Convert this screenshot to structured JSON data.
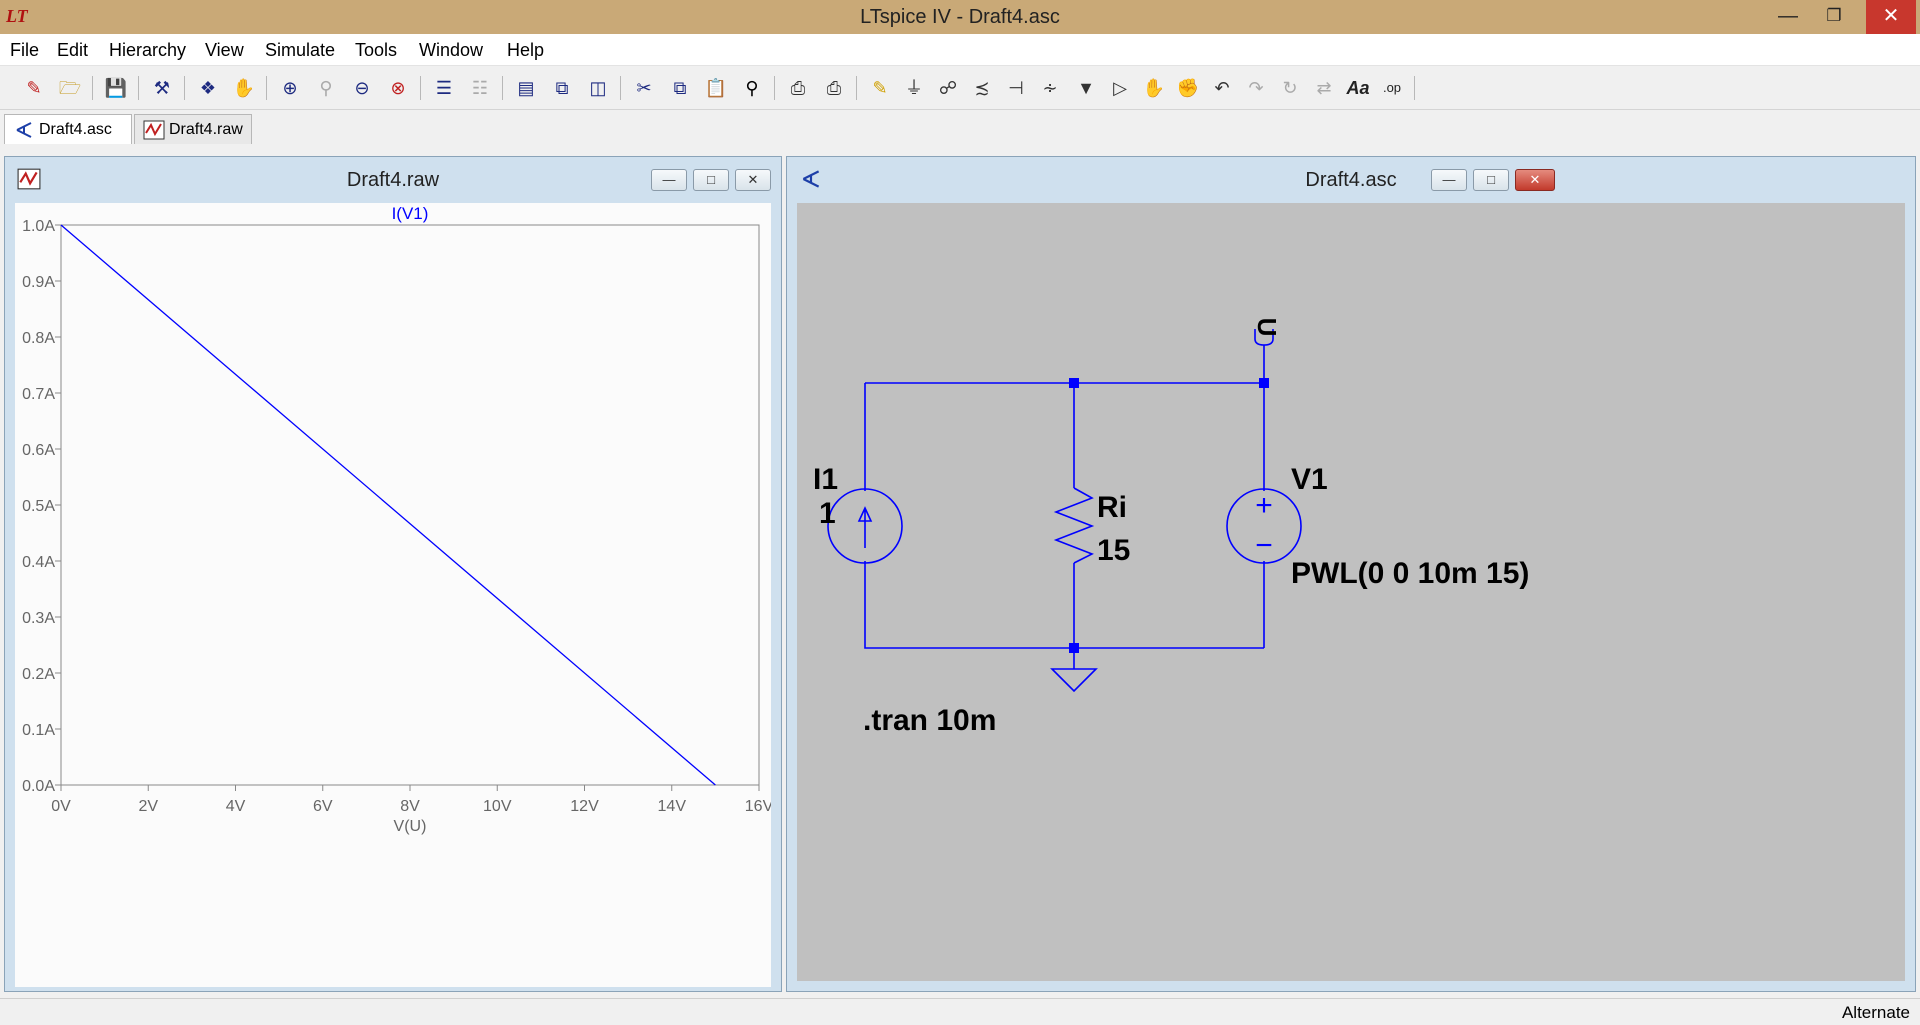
{
  "window": {
    "title": "LTspice IV - Draft4.asc",
    "controls": {
      "minimize": "—",
      "maximize": "❐",
      "close": "✕"
    }
  },
  "menu": [
    "File",
    "Edit",
    "Hierarchy",
    "View",
    "Simulate",
    "Tools",
    "Window",
    "Help"
  ],
  "toolbar": {
    "icons": [
      "new-schematic-icon",
      "open-icon",
      "save-icon",
      "control-panel-icon",
      "run-icon",
      "pan-icon",
      "zoom-in-icon",
      "zoom-full-icon",
      "zoom-out-icon",
      "autorange-icon",
      "plot-pane-icon",
      "delete-pane-icon",
      "tile-horizontal-icon",
      "cascade-icon",
      "tile-vertical-icon",
      "cut-icon",
      "copy-icon",
      "paste-icon",
      "find-icon",
      "print-setup-icon",
      "print-icon",
      "wire-icon",
      "ground-icon",
      "label-net-icon",
      "resistor-icon",
      "capacitor-icon",
      "inductor-icon",
      "diode-icon",
      "component-icon",
      "move-icon",
      "drag-icon",
      "undo-icon",
      "redo-icon",
      "rotate-icon",
      "mirror-icon",
      "text-icon",
      "spice-directive-icon"
    ],
    "text_label": "Aa",
    "op_label": ".op"
  },
  "tabs": [
    {
      "label": "Draft4.asc",
      "icon": "schematic-icon",
      "active": true
    },
    {
      "label": "Draft4.raw",
      "icon": "waveform-icon",
      "active": false
    }
  ],
  "plot_window": {
    "title": "Draft4.raw",
    "chart_data": {
      "type": "line",
      "title": "I(V1)",
      "xlabel": "V(U)",
      "ylabel": "",
      "xlim": [
        0,
        16
      ],
      "ylim": [
        0,
        1
      ],
      "x_ticks": [
        "0V",
        "2V",
        "4V",
        "6V",
        "8V",
        "10V",
        "12V",
        "14V",
        "16V"
      ],
      "y_ticks": [
        "0.0A",
        "0.1A",
        "0.2A",
        "0.3A",
        "0.4A",
        "0.5A",
        "0.6A",
        "0.7A",
        "0.8A",
        "0.9A",
        "1.0A"
      ],
      "series": [
        {
          "name": "I(V1)",
          "color": "#0000ff",
          "x": [
            0,
            15
          ],
          "y": [
            1.0,
            0.0
          ]
        }
      ],
      "grid": false
    }
  },
  "schematic_window": {
    "title": "Draft4.asc",
    "wire_color": "#0000ff",
    "components": {
      "I1": {
        "name": "I1",
        "value": "1"
      },
      "Ri": {
        "name": "Ri",
        "value": "15"
      },
      "V1": {
        "name": "V1",
        "value": "PWL(0 0 10m 15)"
      }
    },
    "net_label": "U",
    "directive": ".tran 10m",
    "v1_plus": "+",
    "v1_minus": "−"
  },
  "status": {
    "text": "Alternate"
  }
}
